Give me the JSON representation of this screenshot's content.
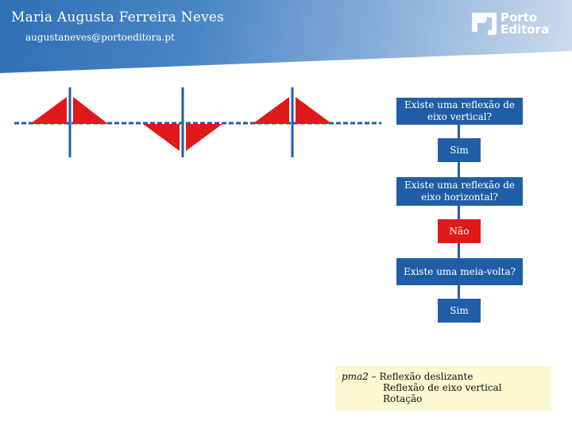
{
  "header": {
    "author": "Maria Augusta Ferreira  Neves",
    "email": "augustaneves@portoeditora.pt",
    "logo_line1": "Porto",
    "logo_line2": "Editora"
  },
  "colors": {
    "accent_blue": "#1f5ea6",
    "triangle_red": "#e01a1a",
    "answer_no": "#e01a1a",
    "result_bg": "#fbf8d2"
  },
  "flowchart": {
    "q1": "Existe uma reflexão de eixo vertical?",
    "a1": "Sim",
    "q2": "Existe uma reflexão de eixo horizontal?",
    "a2": "Não",
    "q3": "Existe uma meia-volta?",
    "a3": "Sim"
  },
  "result": {
    "code": "pma2",
    "sep": " – ",
    "line1": "Reflexão deslizante",
    "line2": "Reflexão de eixo vertical",
    "line3": "Rotação"
  }
}
